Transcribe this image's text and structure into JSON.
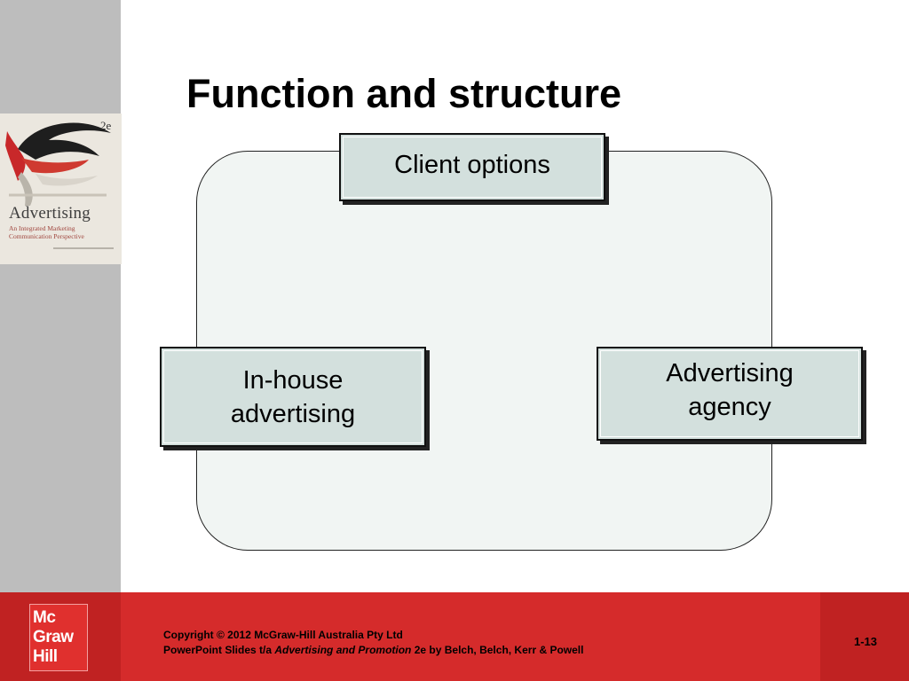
{
  "slide": {
    "title": "Function and structure"
  },
  "book_cover": {
    "title": "Advertising",
    "subtitle": "An Integrated Marketing Communication Perspective",
    "edition": "2e"
  },
  "diagram": {
    "nodes": [
      {
        "id": "client-options",
        "label": "Client options"
      },
      {
        "id": "in-house",
        "label": "In-house advertising"
      },
      {
        "id": "agency",
        "label": "Advertising agency"
      }
    ]
  },
  "footer": {
    "logo_lines": [
      "Mc",
      "Graw",
      "Hill"
    ],
    "copyright_line1": "Copyright © 2012 McGraw-Hill Australia Pty Ltd",
    "copyright_line2_prefix": "PowerPoint Slides t/a ",
    "copyright_line2_italic": "Advertising and Promotion",
    "copyright_line2_suffix": " 2e by Belch, Belch, Kerr & Powell",
    "page_number": "1-13"
  },
  "colors": {
    "footer_red": "#d52b2b",
    "footer_dark_red": "#c02222",
    "sidebar_gray": "#bdbdbd",
    "node_fill": "#d3e0dd",
    "frame_fill": "#f1f5f3"
  }
}
